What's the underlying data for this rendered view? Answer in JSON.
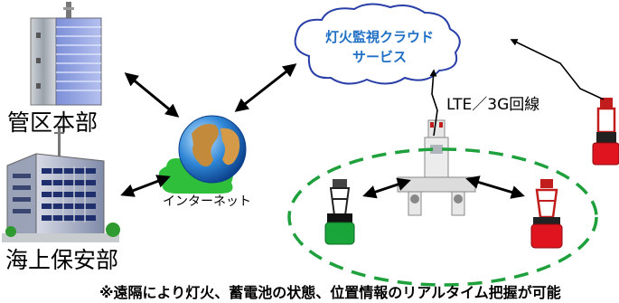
{
  "labels": {
    "regional_hq": "管区本部",
    "coast_guard_office": "海上保安部",
    "internet": "インターネット",
    "cloud_line1": "灯火監視クラウド",
    "cloud_line2": "サービス",
    "lte_line": "LTE／3G回線"
  },
  "caption": "※遠隔により灯火、蓄電池の状態、位置情報のリアルタイム把握が可能",
  "colors": {
    "cloud_text": "#1f6fc4",
    "ring": "#1ea03c",
    "buoy_red": "#e0141e",
    "buoy_green": "#19a53a"
  }
}
